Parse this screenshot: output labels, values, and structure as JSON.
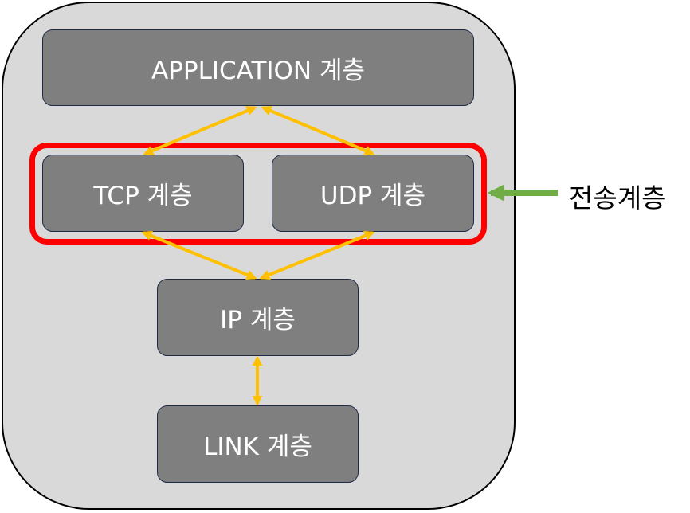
{
  "diagram": {
    "layers": {
      "application": "APPLICATION 계층",
      "tcp": "TCP 계층",
      "udp": "UDP 계층",
      "ip": "IP 계층",
      "link": "LINK 계층"
    },
    "transport_label": "전송계층"
  },
  "colors": {
    "container_fill": "#d9d9d9",
    "layer_fill": "#7f7f7f",
    "layer_text": "#ffffff",
    "highlight_outline": "#ff0000",
    "connector_arrows": "#ffc000",
    "pointer_arrow": "#70ad47"
  }
}
